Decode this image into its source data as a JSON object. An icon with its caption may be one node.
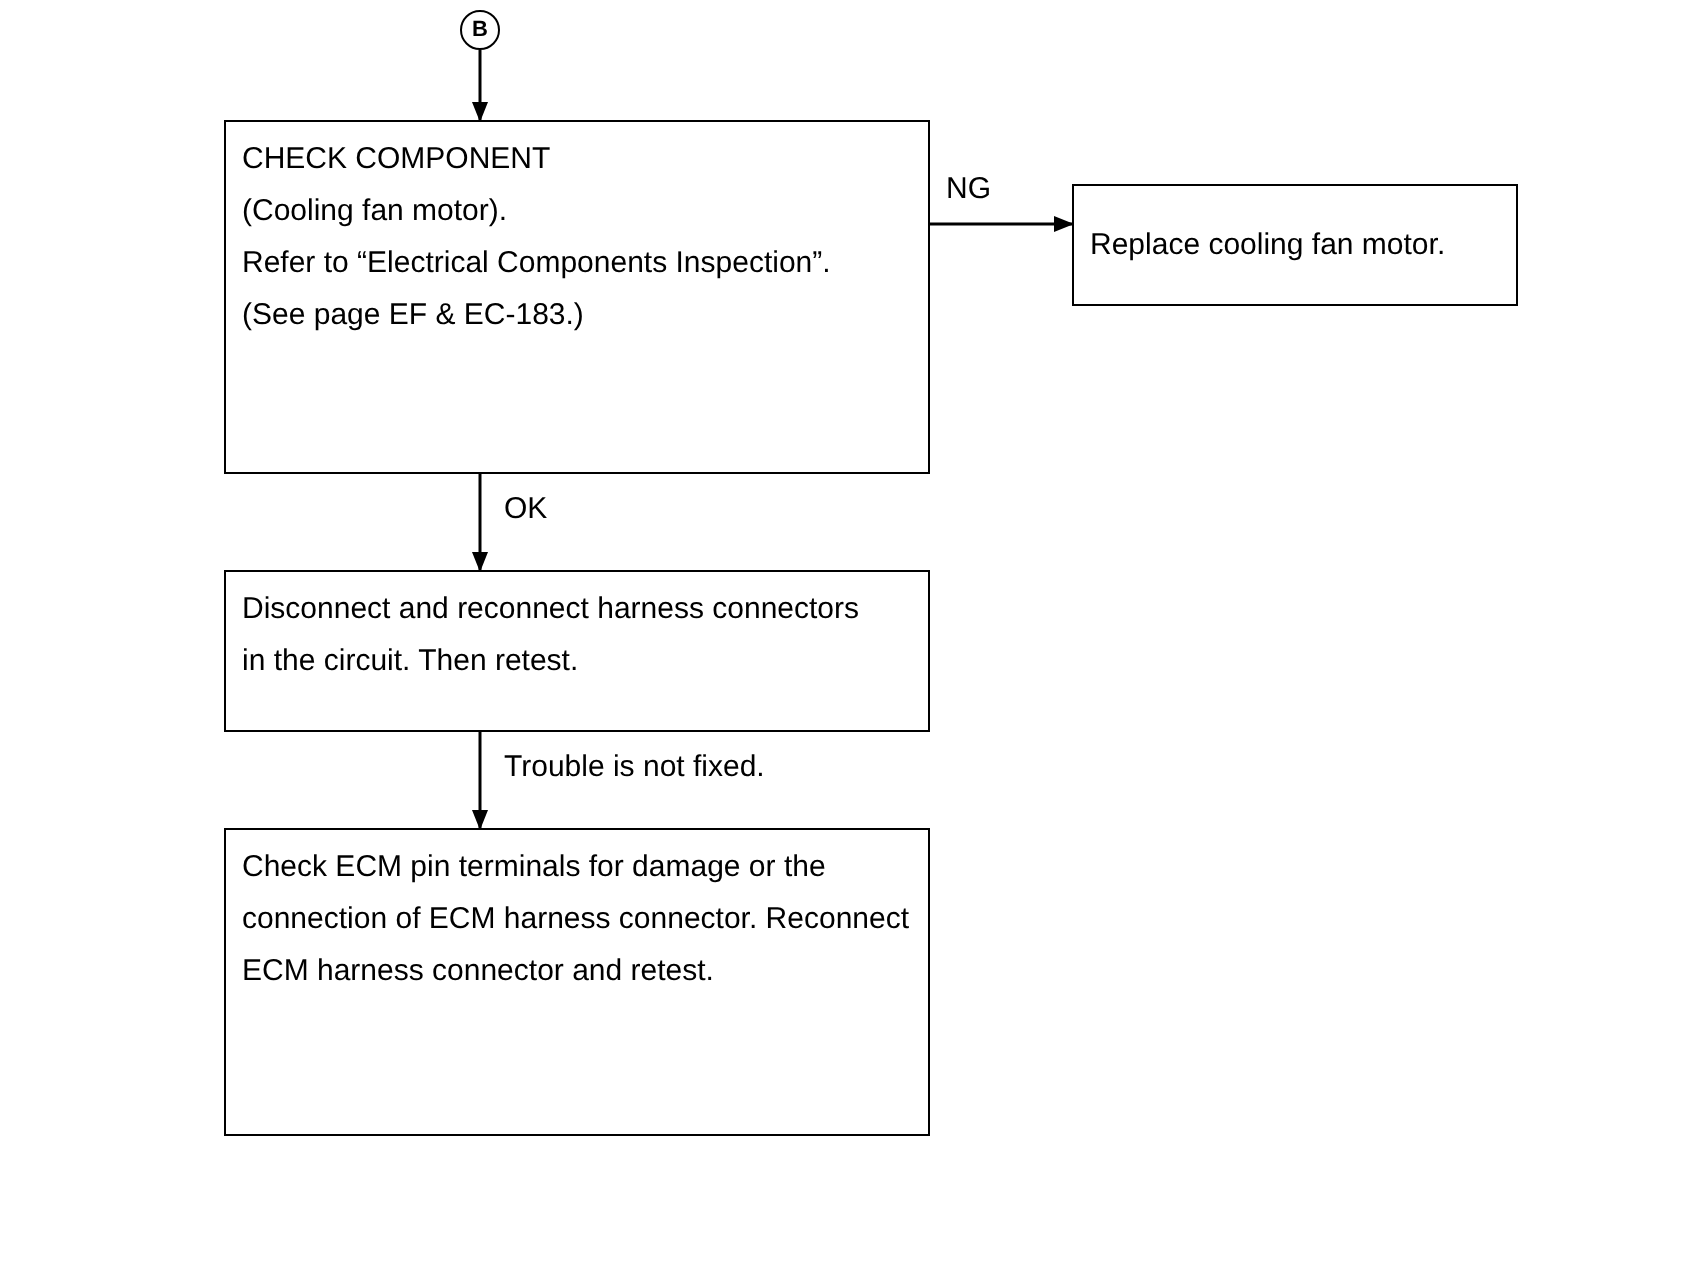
{
  "diagram": {
    "nodes": [
      {
        "text": [
          "B"
        ]
      },
      {
        "text": [
          "CHECK COMPONENT",
          "(Cooling fan motor).",
          "Refer to “Electrical Components Inspection”.",
          "(See page EF & EC-183.)"
        ]
      },
      {
        "text": [
          "Replace cooling fan motor."
        ]
      },
      {
        "text": [
          "Disconnect and reconnect harness connectors in the circuit. Then retest."
        ]
      },
      {
        "text": [
          "Check ECM pin terminals for damage or the connection of ECM harness connector. Reconnect ECM harness connector and retest."
        ]
      }
    ],
    "edges": [
      {
        "from": 0,
        "to": 1,
        "arrow": "to"
      },
      {
        "from": 1,
        "to": 2,
        "arrow": "to",
        "label": "NG"
      },
      {
        "from": 1,
        "to": 3,
        "arrow": "to",
        "label": "OK"
      },
      {
        "from": 3,
        "to": 4,
        "arrow": "to",
        "label": "Trouble is not fixed."
      }
    ]
  }
}
